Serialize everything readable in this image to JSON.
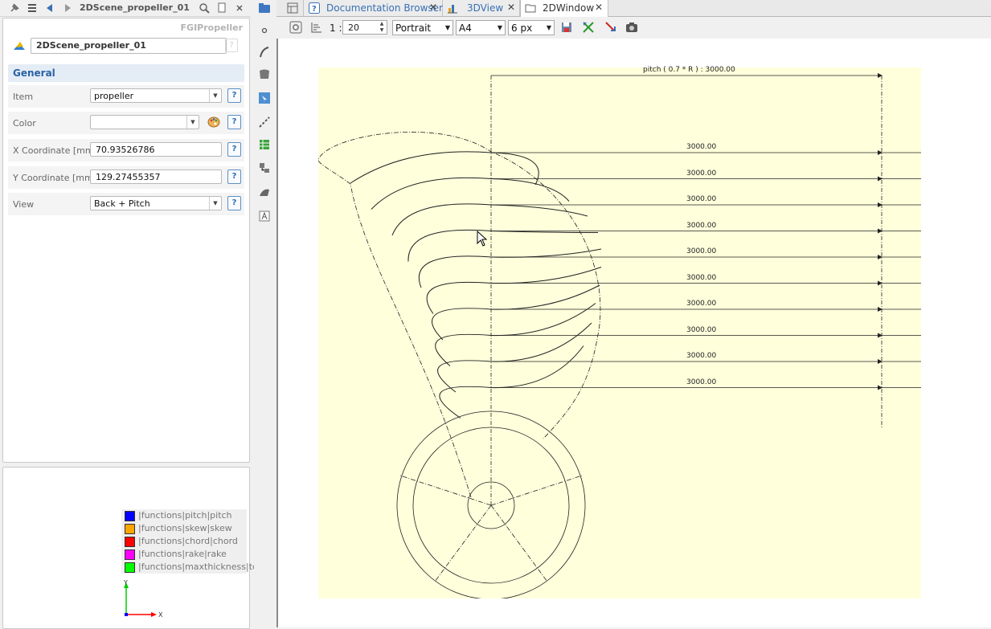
{
  "window": {
    "title": "2DScene_propeller_01"
  },
  "properties": {
    "class_name": "FGIPropeller",
    "object_name": "2DScene_propeller_01",
    "group": "General",
    "fields": [
      {
        "label": "Item",
        "value": "propeller",
        "type": "combo"
      },
      {
        "label": "Color",
        "value": "",
        "type": "color"
      },
      {
        "label": "X Coordinate [mm]",
        "value": "70.93526786",
        "type": "text"
      },
      {
        "label": "Y Coordinate [mm]",
        "value": "129.27455357",
        "type": "text"
      },
      {
        "label": "View",
        "value": "Back + Pitch",
        "type": "combo"
      }
    ],
    "help_glyph": "?"
  },
  "legend": [
    {
      "text": "|functions|pitch|pitch",
      "color": "#0000ff"
    },
    {
      "text": "|functions|skew|skew",
      "color": "#ffa500"
    },
    {
      "text": "|functions|chord|chord",
      "color": "#ff0000"
    },
    {
      "text": "|functions|rake|rake",
      "color": "#ff00ff"
    },
    {
      "text": "|functions|maxthickness|tc",
      "color": "#00ff00"
    }
  ],
  "axes": {
    "x": "X",
    "y": "Y"
  },
  "tabs": [
    {
      "label": "Documentation Browser",
      "active": false
    },
    {
      "label": "3DView",
      "active": false
    },
    {
      "label": "2DWindow",
      "active": true
    }
  ],
  "drawing_toolbar": {
    "scale_prefix": "1 :",
    "scale_value": "20",
    "orientation": "Portrait",
    "paper": "A4",
    "line_width": "6 px"
  },
  "drawing": {
    "pitch_label": "pitch ( 0.7 * R ) : 3000.00",
    "section_labels": [
      "3000.00",
      "3000.00",
      "3000.00",
      "3000.00",
      "3000.00",
      "3000.00",
      "3000.00",
      "3000.00",
      "3000.00",
      "3000.00"
    ],
    "paper_color": "#ffffdc"
  }
}
